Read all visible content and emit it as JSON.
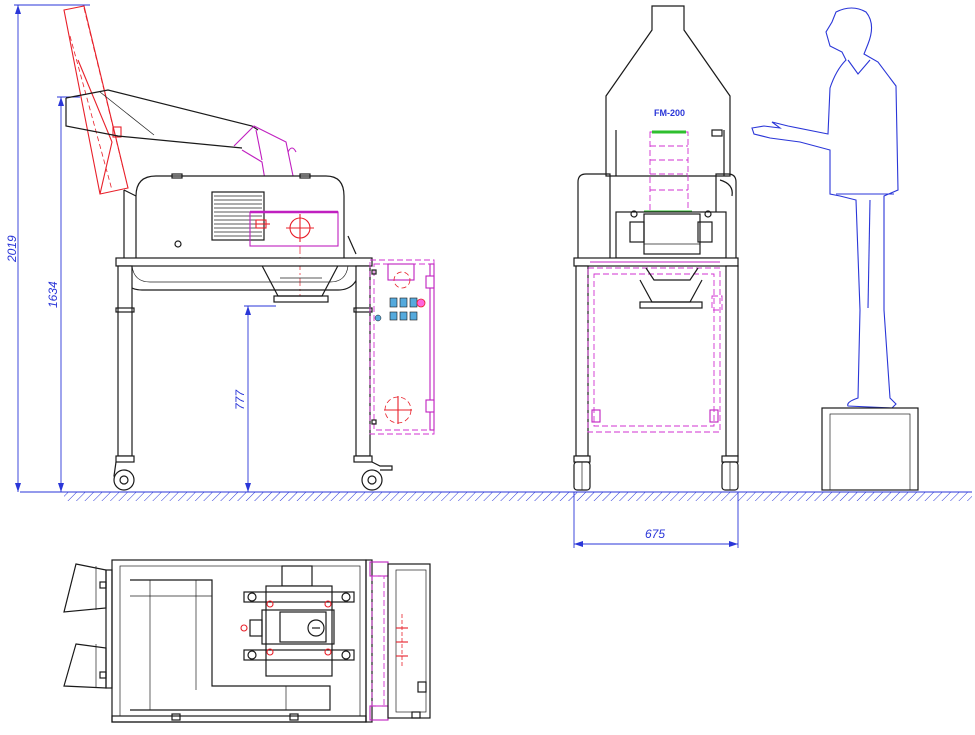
{
  "dimensions": {
    "overall_height": "2019",
    "hopper_height": "1634",
    "outlet_height": "777",
    "width": "675"
  },
  "model_label": "FM-200",
  "colors": {
    "outline": "#1a1a1a",
    "tilted_hopper": "#e8202a",
    "chute_and_guard": "#c020c0",
    "dimensions_and_person": "#2a36d8",
    "grinding_line": "#2fbf2f"
  },
  "views": [
    "side-view",
    "front-view",
    "top-view",
    "human-scale-figure"
  ]
}
